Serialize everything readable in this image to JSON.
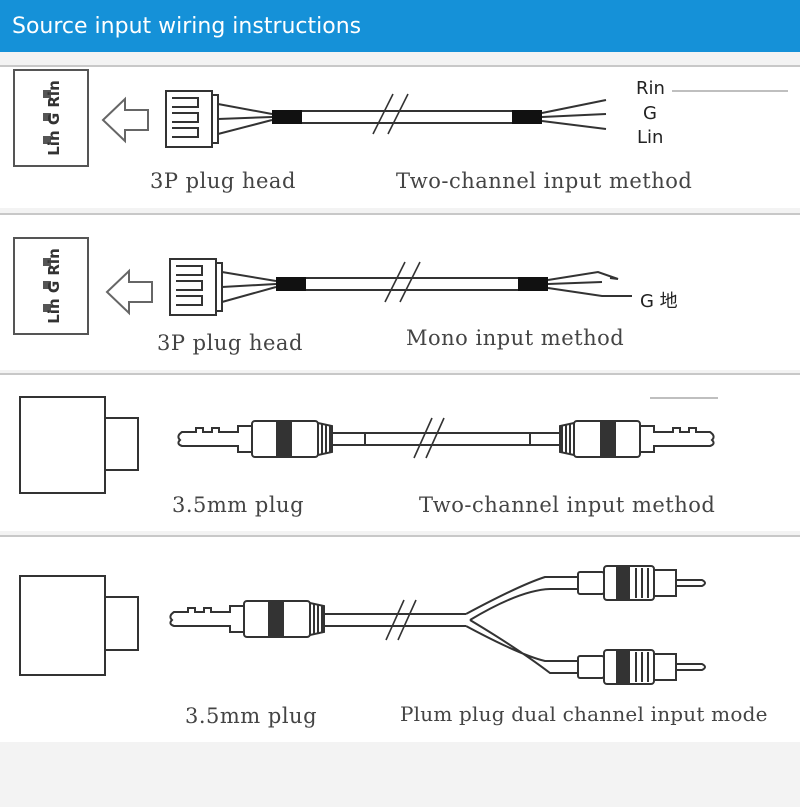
{
  "header": {
    "title": "Source input wiring instructions"
  },
  "rows": [
    {
      "left_caption": "3P plug head",
      "right_caption": "Two-channel input method",
      "port_pins": "Lin G Rin",
      "wire_labels": [
        "Rin",
        "G",
        "Lin"
      ]
    },
    {
      "left_caption": "3P plug head",
      "right_caption": "Mono input method",
      "port_pins": "Lin G Rin",
      "wire_labels": [
        "G 地"
      ]
    },
    {
      "left_caption": "3.5mm plug",
      "right_caption": "Two-channel input method"
    },
    {
      "left_caption": "3.5mm plug",
      "right_caption": "Plum plug dual channel input mode"
    }
  ],
  "colors": {
    "header_bg": "#1591d8",
    "header_text": "#ffffff",
    "panel_bg": "#ffffff",
    "page_bg": "#f3f3f3",
    "line": "#333333"
  },
  "icons": [
    "3-pin-port-icon",
    "left-arrow-icon",
    "3p-connector-icon",
    "jack-socket-icon",
    "3-5mm-plug-icon",
    "rca-plug-icon"
  ]
}
